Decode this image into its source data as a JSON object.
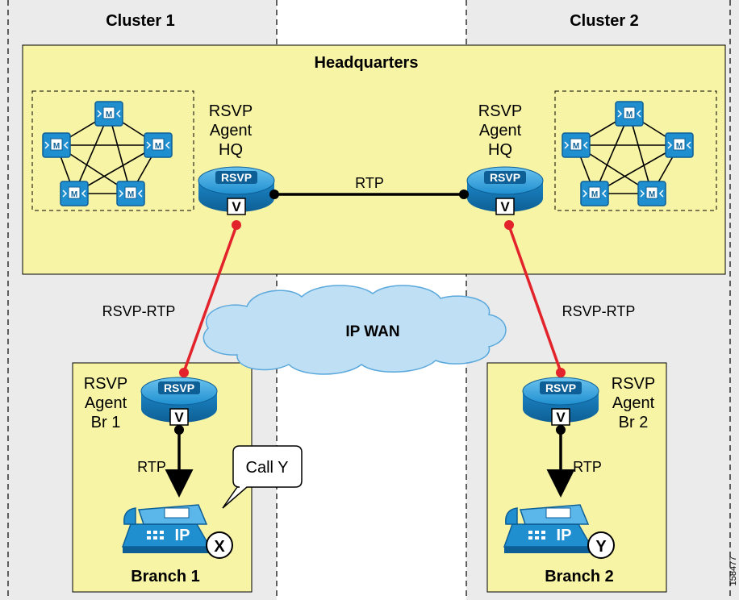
{
  "clusters": [
    {
      "title": "Cluster 1"
    },
    {
      "title": "Cluster 2"
    }
  ],
  "headquarters": {
    "title": "Headquarters"
  },
  "agents": {
    "hq_left": [
      "RSVP",
      "Agent",
      "HQ"
    ],
    "hq_right": [
      "RSVP",
      "Agent",
      "HQ"
    ],
    "br1": [
      "RSVP",
      "Agent",
      "Br 1"
    ],
    "br2": [
      "RSVP",
      "Agent",
      "Br 2"
    ]
  },
  "router_badge": "RSVP",
  "router_mark": "V",
  "manager_badge": "M",
  "links": {
    "hq_rtp": "RTP",
    "wan_left": "RSVP-RTP",
    "wan_right": "RSVP-RTP",
    "br1_rtp": "RTP",
    "br2_rtp": "RTP"
  },
  "wan": {
    "label": "IP WAN"
  },
  "phones": {
    "screen_label": "IP"
  },
  "callout": {
    "text": "Call Y"
  },
  "endpoints": {
    "x": "X",
    "y": "Y"
  },
  "branches": {
    "br1": {
      "title": "Branch 1"
    },
    "br2": {
      "title": "Branch 2"
    }
  },
  "figure_id": "158477",
  "colors": {
    "zone_fill": "#f8f4a6",
    "cluster_bg": "#ebebeb",
    "device_blue": "#1f8fd0",
    "rsvp_link": "#e3232b",
    "rtp_link": "#000000"
  }
}
